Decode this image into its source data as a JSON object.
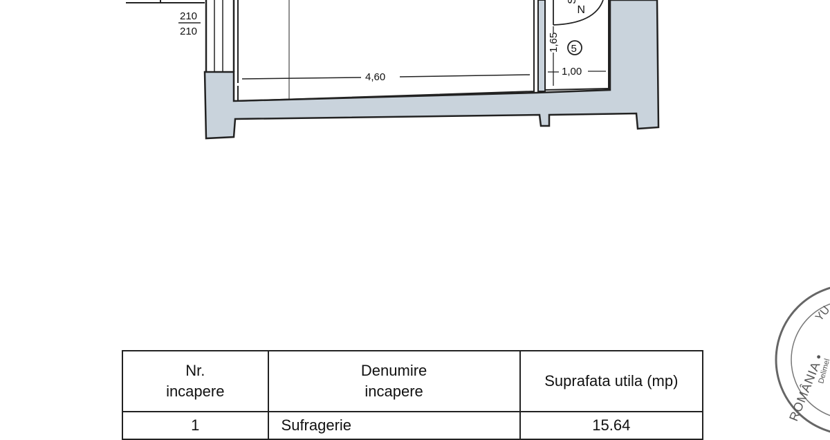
{
  "plan": {
    "door_size_top": "210",
    "door_size_bottom": "210",
    "dim_living_width": "4,60",
    "dim_closet_height": "1,65",
    "dim_closet_width": "1,00",
    "room_number": "5",
    "door_label_top": "S",
    "door_label_bottom": "N",
    "wall_fill": "#c9d3dc",
    "line_color": "#222222"
  },
  "table": {
    "headers": {
      "nr_line1": "Nr.",
      "nr_line2": "incapere",
      "name_line1": "Denumire",
      "name_line2": "incapere",
      "area": "Suprafata utila (mp)"
    },
    "rows": [
      {
        "nr": "1",
        "name": "Sufragerie",
        "area": "15.64"
      }
    ]
  },
  "seal": {
    "text_main": "ROMÂNIA •",
    "text_side": "YU",
    "text_inner": "Delimel"
  }
}
